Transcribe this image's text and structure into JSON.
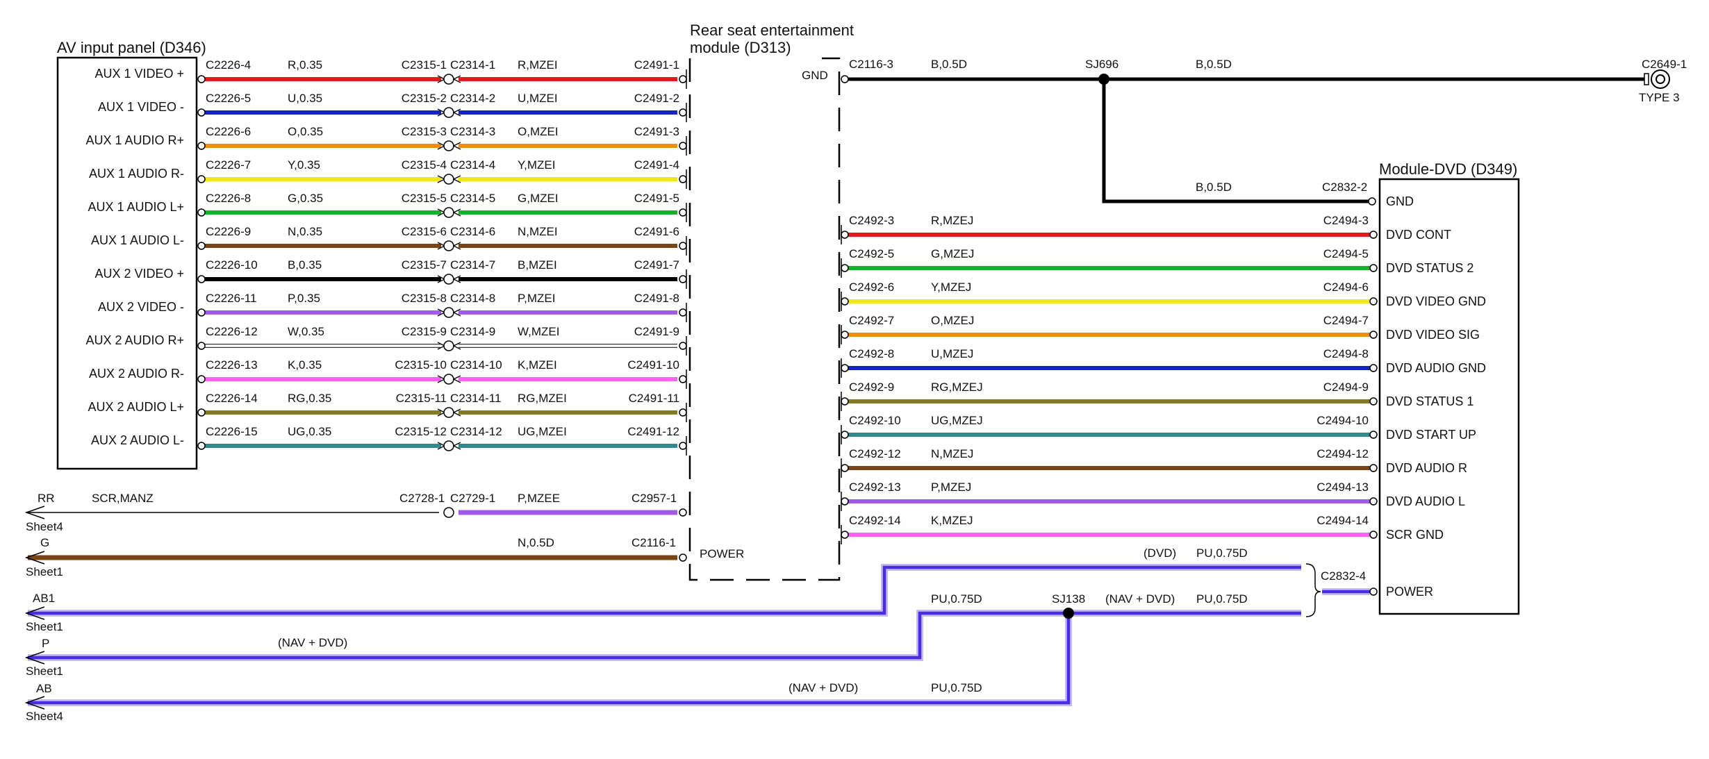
{
  "av_panel": {
    "title": "AV input panel (D346)",
    "pins": [
      "AUX 1 VIDEO +",
      "AUX 1 VIDEO -",
      "AUX 1 AUDIO R+",
      "AUX 1 AUDIO R-",
      "AUX 1 AUDIO L+",
      "AUX 1 AUDIO L-",
      "AUX 2 VIDEO +",
      "AUX 2 VIDEO -",
      "AUX 2 AUDIO R+",
      "AUX 2 AUDIO R-",
      "AUX 2 AUDIO L+",
      "AUX 2 AUDIO L-"
    ]
  },
  "rse_module": {
    "title_line1": "Rear seat entertainment",
    "title_line2": "module (D313)",
    "gnd_label": "GND",
    "power_label": "POWER"
  },
  "dvd_module": {
    "title": "Module-DVD (D349)",
    "pins": [
      "GND",
      "DVD CONT",
      "DVD STATUS 2",
      "DVD VIDEO GND",
      "DVD VIDEO SIG",
      "DVD AUDIO GND",
      "DVD STATUS 1",
      "DVD START UP",
      "DVD AUDIO R",
      "DVD AUDIO L",
      "SCR GND",
      "POWER"
    ]
  },
  "colors": {
    "R": "#e01b1b",
    "U": "#1428b4",
    "O": "#ef8a1c",
    "Y": "#f2e51c",
    "G": "#1fae2a",
    "N": "#7a4514",
    "B": "#000000",
    "P": "#a25ae8",
    "W": "#ffffff",
    "K": "#f465f0",
    "RG": "#857b22",
    "UG": "#2f8a8f",
    "PU": "#4a2de0"
  },
  "av_wires": [
    {
      "c1": "C2226-4",
      "s1": "R,0.35",
      "c2": "C2315-1",
      "c3": "C2314-1",
      "s2": "R,MZEI",
      "c4": "C2491-1",
      "color": "R"
    },
    {
      "c1": "C2226-5",
      "s1": "U,0.35",
      "c2": "C2315-2",
      "c3": "C2314-2",
      "s2": "U,MZEI",
      "c4": "C2491-2",
      "color": "U"
    },
    {
      "c1": "C2226-6",
      "s1": "O,0.35",
      "c2": "C2315-3",
      "c3": "C2314-3",
      "s2": "O,MZEI",
      "c4": "C2491-3",
      "color": "O"
    },
    {
      "c1": "C2226-7",
      "s1": "Y,0.35",
      "c2": "C2315-4",
      "c3": "C2314-4",
      "s2": "Y,MZEI",
      "c4": "C2491-4",
      "color": "Y"
    },
    {
      "c1": "C2226-8",
      "s1": "G,0.35",
      "c2": "C2315-5",
      "c3": "C2314-5",
      "s2": "G,MZEI",
      "c4": "C2491-5",
      "color": "G"
    },
    {
      "c1": "C2226-9",
      "s1": "N,0.35",
      "c2": "C2315-6",
      "c3": "C2314-6",
      "s2": "N,MZEI",
      "c4": "C2491-6",
      "color": "N"
    },
    {
      "c1": "C2226-10",
      "s1": "B,0.35",
      "c2": "C2315-7",
      "c3": "C2314-7",
      "s2": "B,MZEI",
      "c4": "C2491-7",
      "color": "B"
    },
    {
      "c1": "C2226-11",
      "s1": "P,0.35",
      "c2": "C2315-8",
      "c3": "C2314-8",
      "s2": "P,MZEI",
      "c4": "C2491-8",
      "color": "P"
    },
    {
      "c1": "C2226-12",
      "s1": "W,0.35",
      "c2": "C2315-9",
      "c3": "C2314-9",
      "s2": "W,MZEI",
      "c4": "C2491-9",
      "color": "W"
    },
    {
      "c1": "C2226-13",
      "s1": "K,0.35",
      "c2": "C2315-10",
      "c3": "C2314-10",
      "s2": "K,MZEI",
      "c4": "C2491-10",
      "color": "K"
    },
    {
      "c1": "C2226-14",
      "s1": "RG,0.35",
      "c2": "C2315-11",
      "c3": "C2314-11",
      "s2": "RG,MZEI",
      "c4": "C2491-11",
      "color": "RG"
    },
    {
      "c1": "C2226-15",
      "s1": "UG,0.35",
      "c2": "C2315-12",
      "c3": "C2314-12",
      "s2": "UG,MZEI",
      "c4": "C2491-12",
      "color": "UG"
    }
  ],
  "dvd_wires": [
    {
      "c1": "C2492-3",
      "spec": "R,MZEJ",
      "c2": "C2494-3",
      "color": "R"
    },
    {
      "c1": "C2492-5",
      "spec": "G,MZEJ",
      "c2": "C2494-5",
      "color": "G"
    },
    {
      "c1": "C2492-6",
      "spec": "Y,MZEJ",
      "c2": "C2494-6",
      "color": "Y"
    },
    {
      "c1": "C2492-7",
      "spec": "O,MZEJ",
      "c2": "C2494-7",
      "color": "O"
    },
    {
      "c1": "C2492-8",
      "spec": "U,MZEJ",
      "c2": "C2494-8",
      "color": "U"
    },
    {
      "c1": "C2492-9",
      "spec": "RG,MZEJ",
      "c2": "C2494-9",
      "color": "RG"
    },
    {
      "c1": "C2492-10",
      "spec": "UG,MZEJ",
      "c2": "C2494-10",
      "color": "UG"
    },
    {
      "c1": "C2492-12",
      "spec": "N,MZEJ",
      "c2": "C2494-12",
      "color": "N"
    },
    {
      "c1": "C2492-13",
      "spec": "P,MZEJ",
      "c2": "C2494-13",
      "color": "P"
    },
    {
      "c1": "C2492-14",
      "spec": "K,MZEJ",
      "c2": "C2494-14",
      "color": "K"
    }
  ],
  "ground": {
    "c1": "C2116-3",
    "spec1": "B,0.5D",
    "splice": "SJ696",
    "spec2": "B,0.5D",
    "c_end": "C2649-1",
    "end_type": "TYPE 3",
    "spec3": "B,0.5D",
    "c_dvd": "C2832-2"
  },
  "rr_wire": {
    "sheet_label": "RR",
    "sheet_ref": "Sheet4",
    "spec1": "SCR,MANZ",
    "c1": "C2728-1",
    "c2": "C2729-1",
    "spec2": "P,MZEE",
    "c3": "C2957-1"
  },
  "g_wire": {
    "sheet_label": "G",
    "sheet_ref": "Sheet1",
    "spec": "N,0.5D",
    "c": "C2116-1"
  },
  "power": {
    "ab1_label": "AB1",
    "ab1_sheet": "Sheet1",
    "p_label": "P",
    "p_sheet": "Sheet1",
    "ab_label": "AB",
    "ab_sheet": "Sheet4",
    "dvd_variant": "(DVD)",
    "dvd_spec": "PU,0.75D",
    "nav_spec_a": "PU,0.75D",
    "splice": "SJ138",
    "nav_variant_a": "(NAV + DVD)",
    "nav_spec_b": "PU,0.75D",
    "p_variant": "(NAV + DVD)",
    "ab_variant": "(NAV + DVD)",
    "ab_spec": "PU,0.75D",
    "c_dvd": "C2832-4"
  }
}
